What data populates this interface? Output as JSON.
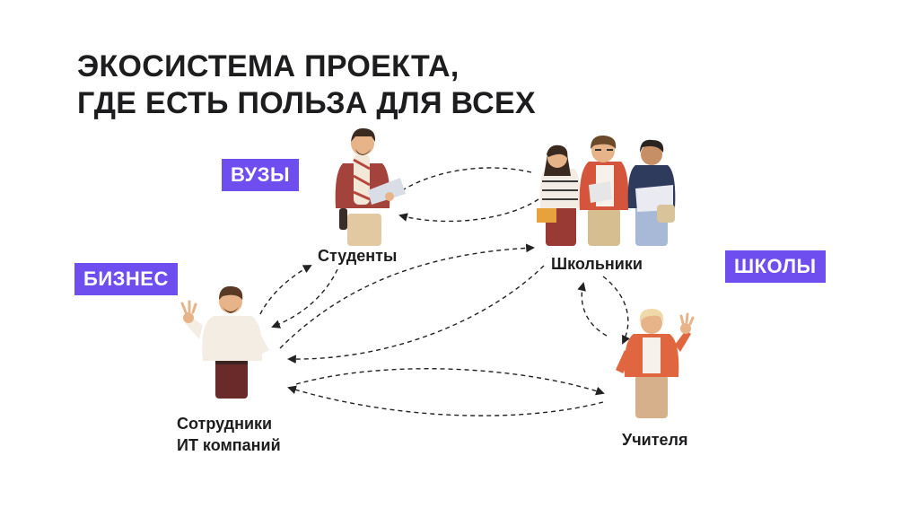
{
  "title": {
    "line1": "ЭКОСИСТЕМА ПРОЕКТА,",
    "line2": "ГДЕ ЕСТЬ ПОЛЬЗА ДЛЯ ВСЕХ"
  },
  "tags": {
    "universities": "ВУЗЫ",
    "business": "БИЗНЕС",
    "schools": "ШКОЛЫ"
  },
  "nodes": {
    "students": "Студенты",
    "schoolchildren": "Школьники",
    "employees_line1": "Сотрудники",
    "employees_line2": "ИТ компаний",
    "teachers": "Учителя"
  },
  "colors": {
    "accent": "#6f4ef0",
    "text": "#1d1d1f",
    "arrow": "#222222"
  }
}
